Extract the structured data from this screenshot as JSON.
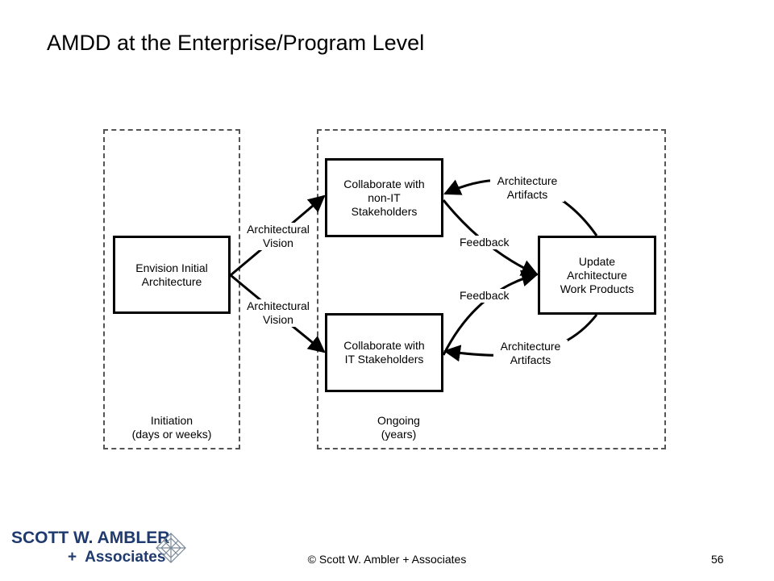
{
  "title": "AMDD at the Enterprise/Program Level",
  "zones": {
    "initiation": {
      "line1": "Initiation",
      "line2": "(days or weeks)"
    },
    "ongoing": {
      "line1": "Ongoing",
      "line2": "(years)"
    }
  },
  "boxes": {
    "envision": {
      "line1": "Envision Initial",
      "line2": "Architecture"
    },
    "non_it": {
      "line1": "Collaborate with",
      "line2": "non-IT",
      "line3": "Stakeholders"
    },
    "it": {
      "line1": "Collaborate with",
      "line2": "IT Stakeholders"
    },
    "update": {
      "line1": "Update",
      "line2": "Architecture",
      "line3": "Work Products"
    }
  },
  "edge_labels": {
    "vision_top": {
      "line1": "Architectural",
      "line2": "Vision"
    },
    "vision_bottom": {
      "line1": "Architectural",
      "line2": "Vision"
    },
    "feedback_top": "Feedback",
    "feedback_bottom": "Feedback",
    "artifacts_top": {
      "line1": "Architecture",
      "line2": "Artifacts"
    },
    "artifacts_bottom": {
      "line1": "Architecture",
      "line2": "Artifacts"
    }
  },
  "footer": {
    "copyright": "© Scott W. Ambler + Associates",
    "page_number": "56"
  },
  "logo": {
    "line1": "SCOTT W. AMBLER",
    "plus": "+",
    "line2": "Associates",
    "color": "#1f3a6e"
  }
}
